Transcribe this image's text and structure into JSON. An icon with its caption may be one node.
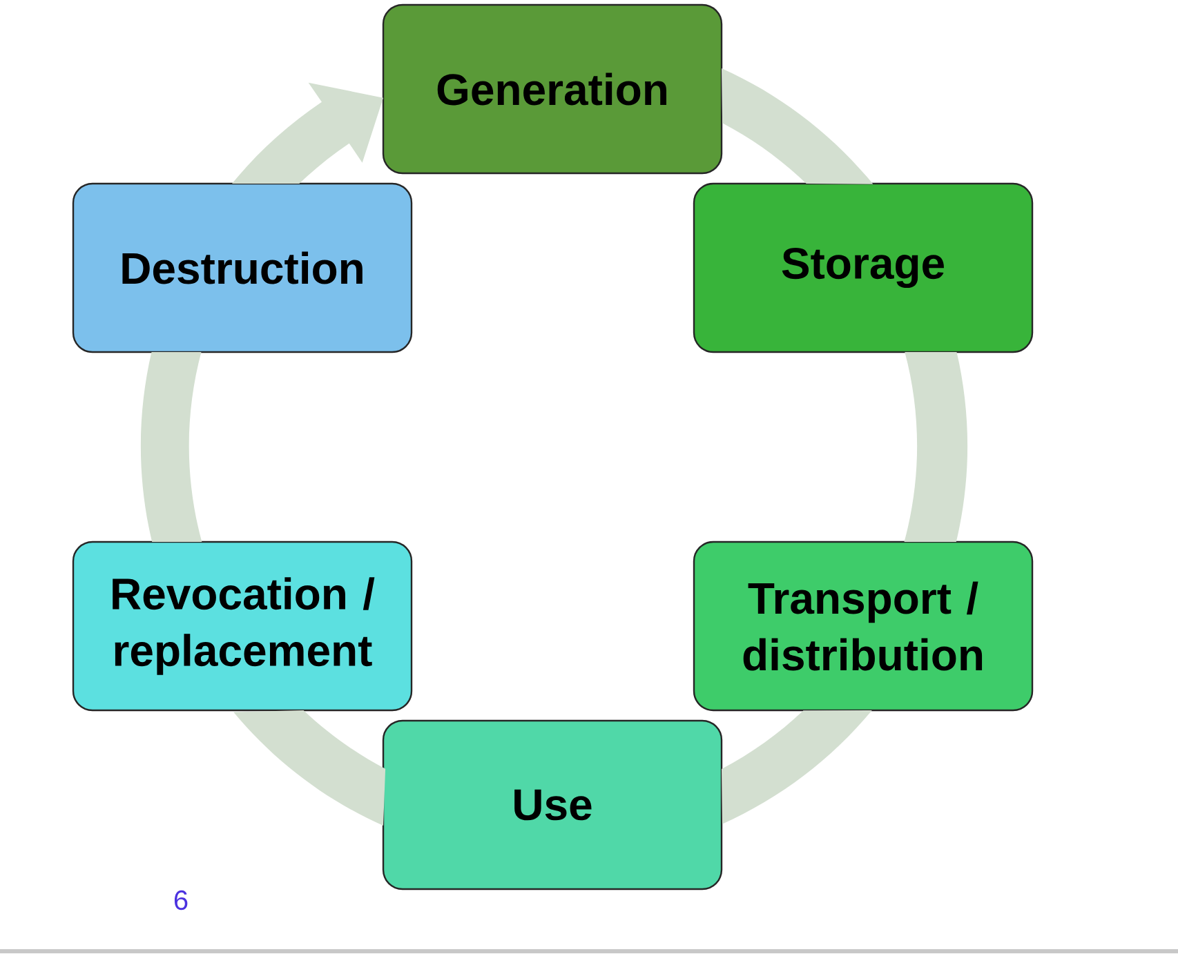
{
  "diagram": {
    "nodes": [
      {
        "text": [
          "Generation"
        ]
      },
      {
        "text": [
          "Storage"
        ]
      },
      {
        "text": [
          "Transport / distribution"
        ]
      },
      {
        "text": [
          "Use"
        ]
      },
      {
        "text": [
          "Revocation / replacement"
        ]
      },
      {
        "text": [
          "Destruction"
        ]
      }
    ],
    "edges": [
      {
        "from": 0,
        "to": 1,
        "arrow": "none"
      },
      {
        "from": 1,
        "to": 2,
        "arrow": "none"
      },
      {
        "from": 2,
        "to": 3,
        "arrow": "none"
      },
      {
        "from": 3,
        "to": 4,
        "arrow": "none"
      },
      {
        "from": 4,
        "to": 5,
        "arrow": "none"
      },
      {
        "from": 5,
        "to": 0,
        "arrow": "to"
      }
    ],
    "labels": [
      "6"
    ]
  }
}
